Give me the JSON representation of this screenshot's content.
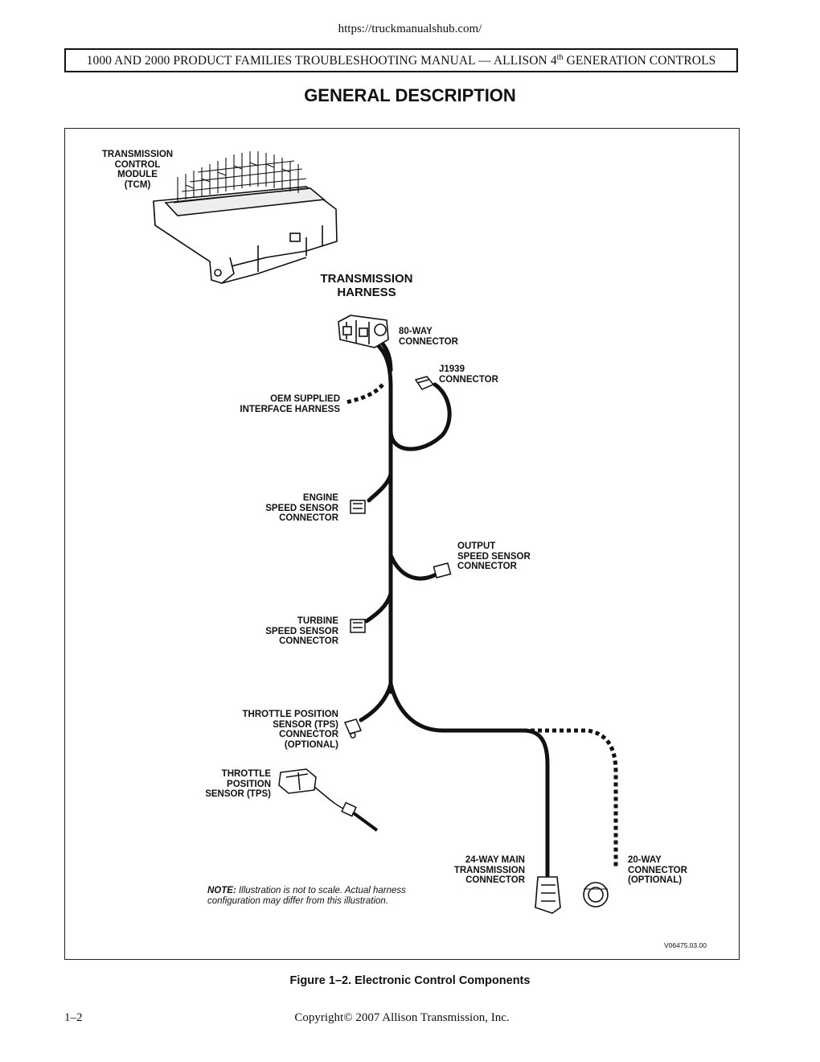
{
  "page": {
    "site_url": "https://truckmanualshub.com/",
    "header": {
      "text_before_sup": "1000 AND 2000 PRODUCT FAMILIES TROUBLESHOOTING MANUAL — ALLISON 4",
      "sup": "th",
      "text_after_sup": " GENERATION CONTROLS"
    },
    "section_title": "GENERAL DESCRIPTION",
    "figure_caption": "Figure 1–2.  Electronic Control Components",
    "page_number": "1–2",
    "copyright": "Copyright© 2007 Allison Transmission, Inc."
  },
  "figure": {
    "labels": {
      "tcm": "TRANSMISSION\nCONTROL\nMODULE\n(TCM)",
      "harness": "TRANSMISSION\nHARNESS",
      "connector_80way": "80-WAY\nCONNECTOR",
      "j1939": "J1939\nCONNECTOR",
      "oem_harness": "OEM  SUPPLIED\nINTERFACE  HARNESS",
      "engine_speed": "ENGINE\nSPEED  SENSOR\nCONNECTOR",
      "output_speed": "OUTPUT\nSPEED  SENSOR\nCONNECTOR",
      "turbine_speed": "TURBINE\nSPEED  SENSOR\nCONNECTOR",
      "tps_connector": "THROTTLE  POSITION\nSENSOR (TPS)\nCONNECTOR\n(OPTIONAL)",
      "tps": "THROTTLE\nPOSITION\nSENSOR (TPS)",
      "main_24way": "24-WAY  MAIN\nTRANSMISSION\nCONNECTOR",
      "connector_20way": "20-WAY\nCONNECTOR\n(OPTIONAL)"
    },
    "note_label": "NOTE:",
    "note_text": " Illustration is not to scale.  Actual harness configuration may differ from this illustration.",
    "figure_id": "V06475.03.00"
  }
}
